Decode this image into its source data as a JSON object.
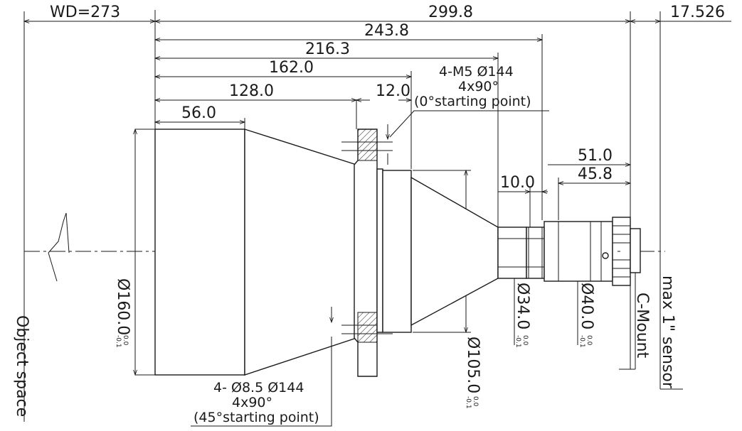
{
  "labels": {
    "wd": "WD=273",
    "overall_length": "299.8",
    "flange_focal": "17.526",
    "len_243": "243.8",
    "len_216": "216.3",
    "len_162": "162.0",
    "len_128": "128.0",
    "len_12": "12.0",
    "len_56": "56.0",
    "len_51": "51.0",
    "len_45": "45.8",
    "len_10": "10.0",
    "dia_160": "Ø160.0",
    "dia_105": "Ø105.0",
    "dia_34": "Ø34.0",
    "dia_40": "Ø40.0",
    "tol_upper": "0.0",
    "tol_lower": "-0.1",
    "object_space": "Object space",
    "c_mount": "C-Mount",
    "sensor": "max 1\" sensor"
  },
  "notes": {
    "m5_line1": "4-M5 Ø144",
    "m5_line2": "4x90°",
    "m5_line3": "(0°starting point)",
    "hole_line1": "4- Ø8.5 Ø144",
    "hole_line2": "4x90°",
    "hole_line3": "(45°starting point)"
  },
  "colors": {
    "line": "#1a1a1a",
    "background": "#ffffff"
  }
}
